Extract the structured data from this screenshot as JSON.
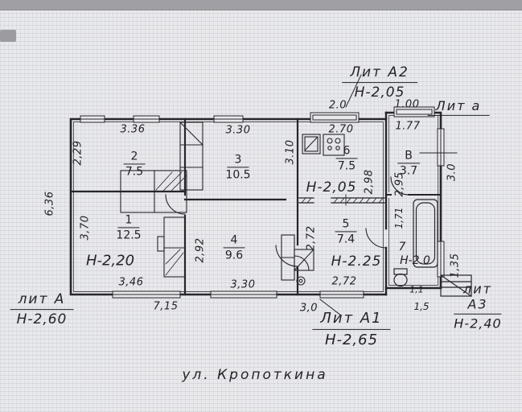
{
  "street": "ул. Кропоткина",
  "litera": {
    "a2_label": "Лит А2",
    "a2_height": "Н-2,05",
    "a_small_label": "Лит а",
    "a_label": "лит А",
    "a_height": "Н-2,60",
    "a1_label": "Лит А1",
    "a1_height": "Н-2,65",
    "a3_label": "лит А3",
    "a3_height": "Н-2,40"
  },
  "rooms": {
    "r1": {
      "num": "1",
      "area": "12.5",
      "ceiling": "Н-2,20"
    },
    "r2": {
      "num": "2",
      "area": "7.5"
    },
    "r3": {
      "num": "3",
      "area": "10.5"
    },
    "r4": {
      "num": "4",
      "area": "9.6"
    },
    "r5": {
      "num": "5",
      "area": "7.4",
      "ceiling": "Н-2.25"
    },
    "r6": {
      "num": "6",
      "area": "7.5"
    },
    "r7": {
      "num": "7",
      "ceiling": "Н-2.0"
    },
    "r8": {
      "num": "В",
      "area": "3.7"
    }
  },
  "hall_ceiling": "Н-2,05",
  "dims": {
    "top_w1": "2.0",
    "top_w2": "1.00",
    "r8_w": "1.77",
    "r2_w": "3.36",
    "r3_w": "3.30",
    "r6_w": "2.70",
    "outer_left": "6,36",
    "r2_left": "2,29",
    "r1_left": "3,70",
    "r3_right": "3.10",
    "r6_right": "2,98",
    "r8_left": "2,95",
    "outer_right_top": "3.0",
    "r4_left": "2,92",
    "r5_left": "2,72",
    "r7_left": "1,71",
    "outer_right_bottom": "1,35",
    "r1_bottom": "3,46",
    "r4_bottom": "3,30",
    "r5_bottom": "2,72",
    "bottom_left": "7,15",
    "bottom_mid": "3,0",
    "r7_bottom": "1,1",
    "steps_w": "1,5"
  }
}
